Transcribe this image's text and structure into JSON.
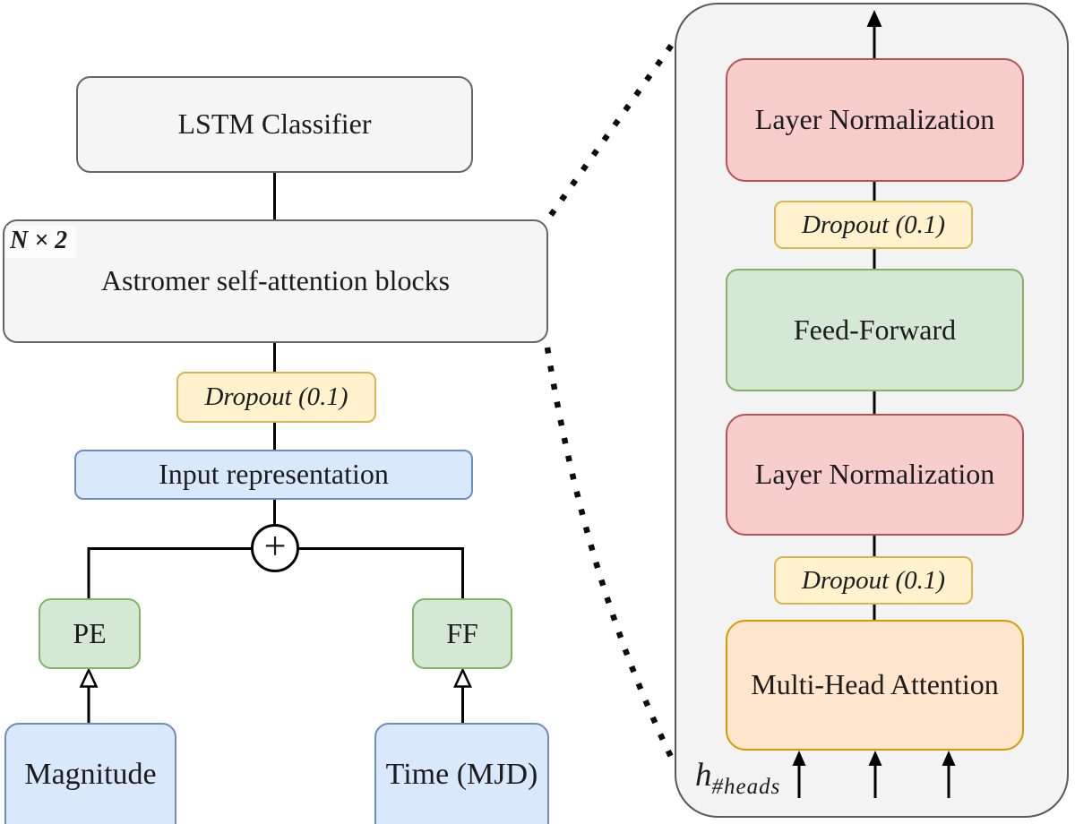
{
  "figure": {
    "description": "Astromer architecture diagram: input representation feeding N x 2 self-attention blocks into an LSTM classifier, with zoomed detail of one attention block"
  },
  "nodes": {
    "lstm": {
      "label": "LSTM Classifier"
    },
    "astromer": {
      "label": "Astromer self-attention blocks",
      "repeat_label": "N × 2"
    },
    "dropout_left": {
      "label": "Dropout (0.1)"
    },
    "input_repr": {
      "label": "Input representation"
    },
    "sum": {
      "label": "+"
    },
    "pe": {
      "label": "PE"
    },
    "ff": {
      "label": "FF"
    },
    "magnitude": {
      "label": "Magnitude"
    },
    "time": {
      "label": "Time (MJD)"
    }
  },
  "panel": {
    "layer_norm_top": {
      "label": "Layer Normalization"
    },
    "dropout_top": {
      "label": "Dropout (0.1)"
    },
    "feed_forward": {
      "label": "Feed-Forward"
    },
    "layer_norm_bottom": {
      "label": "Layer Normalization"
    },
    "dropout_bottom": {
      "label": "Dropout (0.1)"
    },
    "multi_head_attention": {
      "label": "Multi-Head Attention"
    },
    "heads_input": {
      "base": "h",
      "subscript": "#heads"
    }
  },
  "colors": {
    "gray_fill": "#f5f5f5",
    "gray_border": "#666666",
    "panel_fill": "#f3f3f3",
    "panel_border": "#595959",
    "yellow_fill": "#fff2cc",
    "yellow_border": "#d6b656",
    "blue_fill": "#dae8fc",
    "blue_border": "#6c8ebf",
    "green_fill": "#d5e8d4",
    "green_border": "#82b366",
    "red_fill": "#f8cecc",
    "red_border": "#b85450",
    "orange_fill": "#ffe6cc",
    "orange_border": "#d79b00",
    "line": "#000000"
  }
}
